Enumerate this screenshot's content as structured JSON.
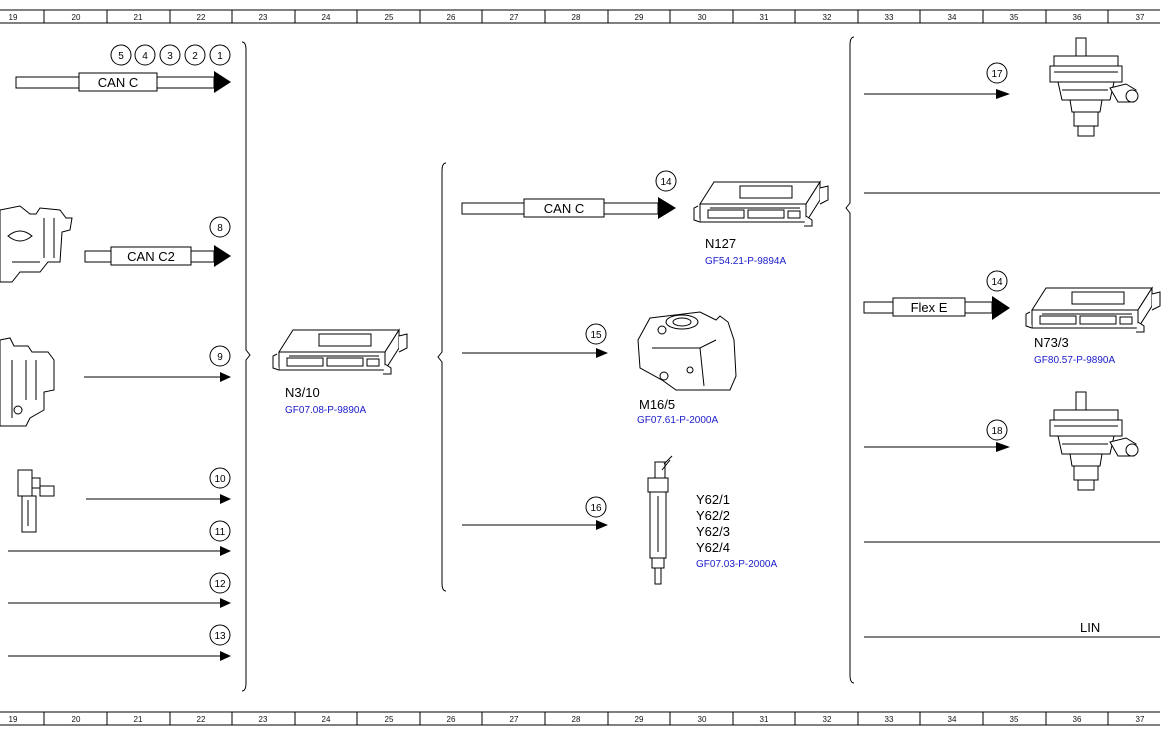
{
  "ruler": {
    "numbers": [
      "19",
      "20",
      "21",
      "22",
      "23",
      "24",
      "25",
      "26",
      "27",
      "28",
      "29",
      "30",
      "31",
      "32",
      "33",
      "34",
      "35",
      "36",
      "37"
    ]
  },
  "bus_boxes": {
    "can_c_top": "CAN C",
    "can_c2": "CAN C2",
    "can_c_mid": "CAN C",
    "flex_e": "Flex E"
  },
  "callouts": {
    "c1": "1",
    "c2": "2",
    "c3": "3",
    "c4": "4",
    "c5": "5",
    "c8": "8",
    "c9": "9",
    "c10": "10",
    "c11": "11",
    "c12": "12",
    "c13": "13",
    "c14a": "14",
    "c14b": "14",
    "c15": "15",
    "c16": "16",
    "c17": "17",
    "c18": "18"
  },
  "components": {
    "n3_10": {
      "label": "N3/10",
      "ref": "GF07.08-P-9890A"
    },
    "n127": {
      "label": "N127",
      "ref": "GF54.21-P-9894A"
    },
    "m16_5": {
      "label": "M16/5",
      "ref": "GF07.61-P-2000A"
    },
    "y62": {
      "labels": [
        "Y62/1",
        "Y62/2",
        "Y62/3",
        "Y62/4"
      ],
      "ref": "GF07.03-P-2000A"
    },
    "n73_3": {
      "label": "N73/3",
      "ref": "GF80.57-P-9890A"
    }
  },
  "lin_label": "LIN",
  "colors": {
    "line": "#000000",
    "doc_ref": "#1a1acc",
    "background": "#ffffff"
  }
}
